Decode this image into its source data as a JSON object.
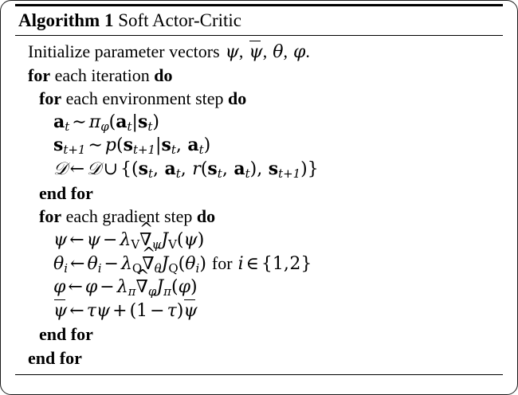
{
  "document": {
    "type": "algorithm-pseudocode-block",
    "title_label": "Algorithm 1",
    "title_name": "Soft Actor-Critic",
    "background_color": "#ffffff",
    "text_color": "#000000"
  },
  "lines": [
    {
      "id": "init",
      "indent": 1,
      "text": "Initialize parameter vectors ψ, ψ̄, θ, φ.",
      "keywords": []
    },
    {
      "id": "for-iteration",
      "indent": 1,
      "text": "for each iteration do",
      "keywords": [
        "for",
        "do"
      ]
    },
    {
      "id": "for-env-step",
      "indent": 2,
      "text": "for each environment step do",
      "keywords": [
        "for",
        "do"
      ]
    },
    {
      "id": "sample-action",
      "indent": 3,
      "text": "a_t ~ π_φ(a_t|s_t)",
      "keywords": []
    },
    {
      "id": "sample-next-state",
      "indent": 3,
      "text": "s_{t+1} ~ p(s_{t+1}|s_t, a_t)",
      "keywords": []
    },
    {
      "id": "append-buffer",
      "indent": 3,
      "text": "D ← D ∪ {(s_t, a_t, r(s_t, a_t), s_{t+1})}",
      "keywords": []
    },
    {
      "id": "end-for-env",
      "indent": 2,
      "text": "end for",
      "keywords": [
        "end",
        "for"
      ]
    },
    {
      "id": "for-gradient-step",
      "indent": 2,
      "text": "for each gradient step do",
      "keywords": [
        "for",
        "do"
      ]
    },
    {
      "id": "update-psi",
      "indent": 3,
      "text": "ψ ← ψ − λ_V ∇̂_ψ J_V(ψ)",
      "keywords": []
    },
    {
      "id": "update-theta",
      "indent": 3,
      "text": "θ_i ← θ_i − λ_Q ∇̂_{θ_i} J_Q(θ_i) for i ∈ {1, 2}",
      "keywords": []
    },
    {
      "id": "update-phi",
      "indent": 3,
      "text": "φ ← φ − λ_π ∇̂_φ J_π(φ)",
      "keywords": []
    },
    {
      "id": "update-target-psi",
      "indent": 3,
      "text": "ψ̄ ← τψ + (1 − τ)ψ̄",
      "keywords": []
    },
    {
      "id": "end-for-gradient",
      "indent": 2,
      "text": "end for",
      "keywords": [
        "end",
        "for"
      ]
    },
    {
      "id": "end-for-iteration",
      "indent": 1,
      "text": "end for",
      "keywords": [
        "end",
        "for"
      ]
    }
  ],
  "tokens": {
    "initialize_prefix": "Initialize parameter vectors",
    "for": "for",
    "do": "do",
    "end": "end",
    "each_iteration": "each iteration",
    "each_environment_step": "each environment step",
    "each_gradient_step": "each gradient step",
    "for_lower_roman": "for",
    "psi": "ψ",
    "psi_bar": "ψ",
    "theta": "θ",
    "phi": "φ",
    "pi": "π",
    "tau": "τ",
    "lambda": "λ",
    "nabla": "∇",
    "hat": "^",
    "calD": "𝒟",
    "arrow_left": "←",
    "sim": "∼",
    "union": "∪",
    "minus": "−",
    "plus": "+",
    "in": "∈",
    "mid": "|",
    "comma": ",",
    "period": ".",
    "lparen": "(",
    "rparen": ")",
    "lbrace": "{",
    "rbrace": "}",
    "sub_t": "t",
    "sub_t1": "t+1",
    "sub_i": "i",
    "sub_V": "V",
    "sub_Q": "Q",
    "sub_pi": "π",
    "J": "J",
    "p": "p",
    "r": "r",
    "one": "1",
    "two": "2"
  }
}
